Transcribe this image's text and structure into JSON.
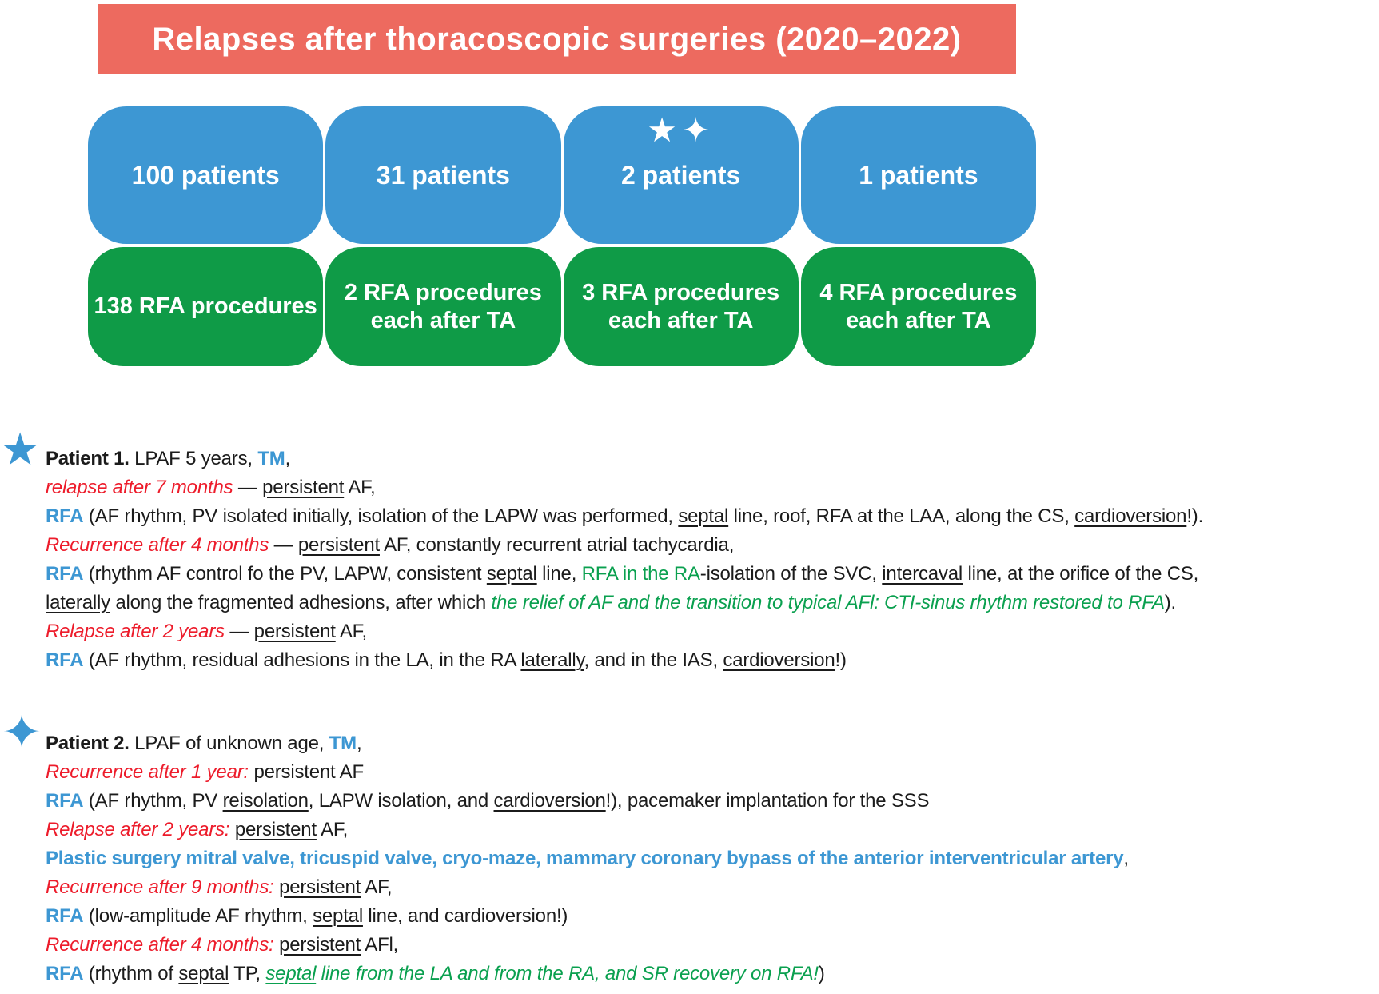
{
  "banner": {
    "title": "Relapses after thoracoscopic surgeries (2020–2022)",
    "bg_color": "#ed6a5f"
  },
  "colors": {
    "blue_box": "#3d97d3",
    "green_box": "#0f9b47",
    "red_text": "#ed1c2b",
    "green_text": "#0aa04f",
    "blue_text": "#3d97d3"
  },
  "icons": {
    "star": "★",
    "sparkle": "✦"
  },
  "boxes": {
    "blue": [
      {
        "label": "100 patients"
      },
      {
        "label": "31 patients"
      },
      {
        "label": "2 patients",
        "icons": [
          "star",
          "sparkle"
        ]
      },
      {
        "label": "1 patients"
      }
    ],
    "green": [
      {
        "lines": [
          "138 RFA procedures"
        ]
      },
      {
        "lines": [
          "2 RFA procedures",
          "each after TA"
        ]
      },
      {
        "lines": [
          "3 RFA procedures",
          "each after TA"
        ]
      },
      {
        "lines": [
          "4 RFA procedures",
          "each after TA"
        ]
      }
    ]
  },
  "patients": [
    {
      "icon": "star",
      "lines": [
        [
          {
            "t": "Patient 1.",
            "s": "bold"
          },
          {
            "t": " LPAF 5 years, ",
            "s": "plain"
          },
          {
            "t": "TM",
            "s": "blue-b"
          },
          {
            "t": ",",
            "s": "plain"
          }
        ],
        [
          {
            "t": "relapse after 7 months",
            "s": "red-i"
          },
          {
            "t": " — ",
            "s": "plain"
          },
          {
            "t": "persistent",
            "s": "u"
          },
          {
            "t": " AF,",
            "s": "plain"
          }
        ],
        [
          {
            "t": "RFA",
            "s": "blue-b"
          },
          {
            "t": " (AF rhythm, PV isolated initially, isolation of the LAPW was performed, ",
            "s": "plain"
          },
          {
            "t": "septal",
            "s": "u"
          },
          {
            "t": " line, roof, RFA at the LAA, along the CS, ",
            "s": "plain"
          },
          {
            "t": "cardioversion",
            "s": "u"
          },
          {
            "t": "!).",
            "s": "plain"
          }
        ],
        [
          {
            "t": "Recurrence after 4 months",
            "s": "red-i"
          },
          {
            "t": " — ",
            "s": "plain"
          },
          {
            "t": "persistent",
            "s": "u"
          },
          {
            "t": " AF, constantly recurrent atrial tachycardia,",
            "s": "plain"
          }
        ],
        [
          {
            "t": "RFA",
            "s": "blue-b"
          },
          {
            "t": " (rhythm AF control fo the PV, LAPW, consistent ",
            "s": "plain"
          },
          {
            "t": "septal",
            "s": "u"
          },
          {
            "t": " line, ",
            "s": "plain"
          },
          {
            "t": "RFA in the RA",
            "s": "green"
          },
          {
            "t": "-isolation of the SVC, ",
            "s": "plain"
          },
          {
            "t": "intercaval",
            "s": "u"
          },
          {
            "t": " line, at the orifice of the CS,",
            "s": "plain"
          }
        ],
        [
          {
            "t": "laterally",
            "s": "u"
          },
          {
            "t": " along the fragmented adhesions, after which ",
            "s": "plain"
          },
          {
            "t": "the relief of AF and the transition to typical AFl: CTI-sinus rhythm restored to RFA",
            "s": "green-i"
          },
          {
            "t": ").",
            "s": "plain"
          }
        ],
        [
          {
            "t": "Relapse after 2 years",
            "s": "red-i"
          },
          {
            "t": " — ",
            "s": "plain"
          },
          {
            "t": "persistent",
            "s": "u"
          },
          {
            "t": " AF,",
            "s": "plain"
          }
        ],
        [
          {
            "t": "RFA",
            "s": "blue-b"
          },
          {
            "t": " (AF rhythm, residual adhesions in the LA, in the RA ",
            "s": "plain"
          },
          {
            "t": "laterally",
            "s": "u"
          },
          {
            "t": ", and in the IAS, ",
            "s": "plain"
          },
          {
            "t": "cardioversion",
            "s": "u"
          },
          {
            "t": "!)",
            "s": "plain"
          }
        ]
      ]
    },
    {
      "icon": "sparkle",
      "lines": [
        [
          {
            "t": "Patient 2.",
            "s": "bold"
          },
          {
            "t": " LPAF of unknown age, ",
            "s": "plain"
          },
          {
            "t": "TM",
            "s": "blue-b"
          },
          {
            "t": ",",
            "s": "plain"
          }
        ],
        [
          {
            "t": "Recurrence after 1 year:",
            "s": "red-i"
          },
          {
            "t": " persistent AF",
            "s": "plain"
          }
        ],
        [
          {
            "t": "RFA",
            "s": "blue-b"
          },
          {
            "t": " (AF rhythm, PV ",
            "s": "plain"
          },
          {
            "t": "reisolation",
            "s": "u"
          },
          {
            "t": ", LAPW isolation, and ",
            "s": "plain"
          },
          {
            "t": "cardioversion",
            "s": "u"
          },
          {
            "t": "!), pacemaker implantation for the SSS",
            "s": "plain"
          }
        ],
        [
          {
            "t": "Relapse after 2 years:",
            "s": "red-i"
          },
          {
            "t": " ",
            "s": "plain"
          },
          {
            "t": "persistent",
            "s": "u"
          },
          {
            "t": " AF,",
            "s": "plain"
          }
        ],
        [
          {
            "t": "Plastic surgery mitral valve, tricuspid valve, cryo-maze, mammary coronary bypass of the anterior interventricular artery",
            "s": "blue-b"
          },
          {
            "t": ",",
            "s": "plain"
          }
        ],
        [
          {
            "t": "Recurrence after 9 months:",
            "s": "red-i"
          },
          {
            "t": " ",
            "s": "plain"
          },
          {
            "t": "persistent",
            "s": "u"
          },
          {
            "t": " AF,",
            "s": "plain"
          }
        ],
        [
          {
            "t": "RFA",
            "s": "blue-b"
          },
          {
            "t": " (low-amplitude AF rhythm, ",
            "s": "plain"
          },
          {
            "t": "septal",
            "s": "u"
          },
          {
            "t": " line, and cardioversion!)",
            "s": "plain"
          }
        ],
        [
          {
            "t": "Recurrence after 4 months:",
            "s": "red-i"
          },
          {
            "t": " ",
            "s": "plain"
          },
          {
            "t": "persistent",
            "s": "u"
          },
          {
            "t": " AFl,",
            "s": "plain"
          }
        ],
        [
          {
            "t": "RFA",
            "s": "blue-b"
          },
          {
            "t": " (rhythm of ",
            "s": "plain"
          },
          {
            "t": "septal",
            "s": "u"
          },
          {
            "t": " TP, ",
            "s": "plain"
          },
          {
            "t": "septal",
            "s": "green-i-u"
          },
          {
            "t": " line from the LA and from the RA, and SR recovery on RFA!",
            "s": "green-i"
          },
          {
            "t": ")",
            "s": "plain"
          }
        ]
      ]
    }
  ]
}
